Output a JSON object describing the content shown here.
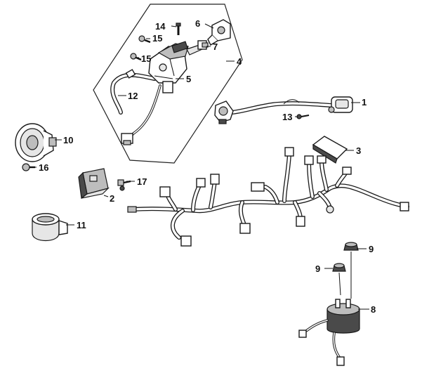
{
  "labels": {
    "p1": "1",
    "p2": "2",
    "p3": "3",
    "p4": "4",
    "p5": "5",
    "p6": "6",
    "p7": "7",
    "p8": "8",
    "p9a": "9",
    "p9b": "9",
    "p10": "10",
    "p11": "11",
    "p12": "12",
    "p13": "13",
    "p14": "14",
    "p15a": "15",
    "p15b": "15",
    "p16": "16",
    "p17": "17"
  }
}
